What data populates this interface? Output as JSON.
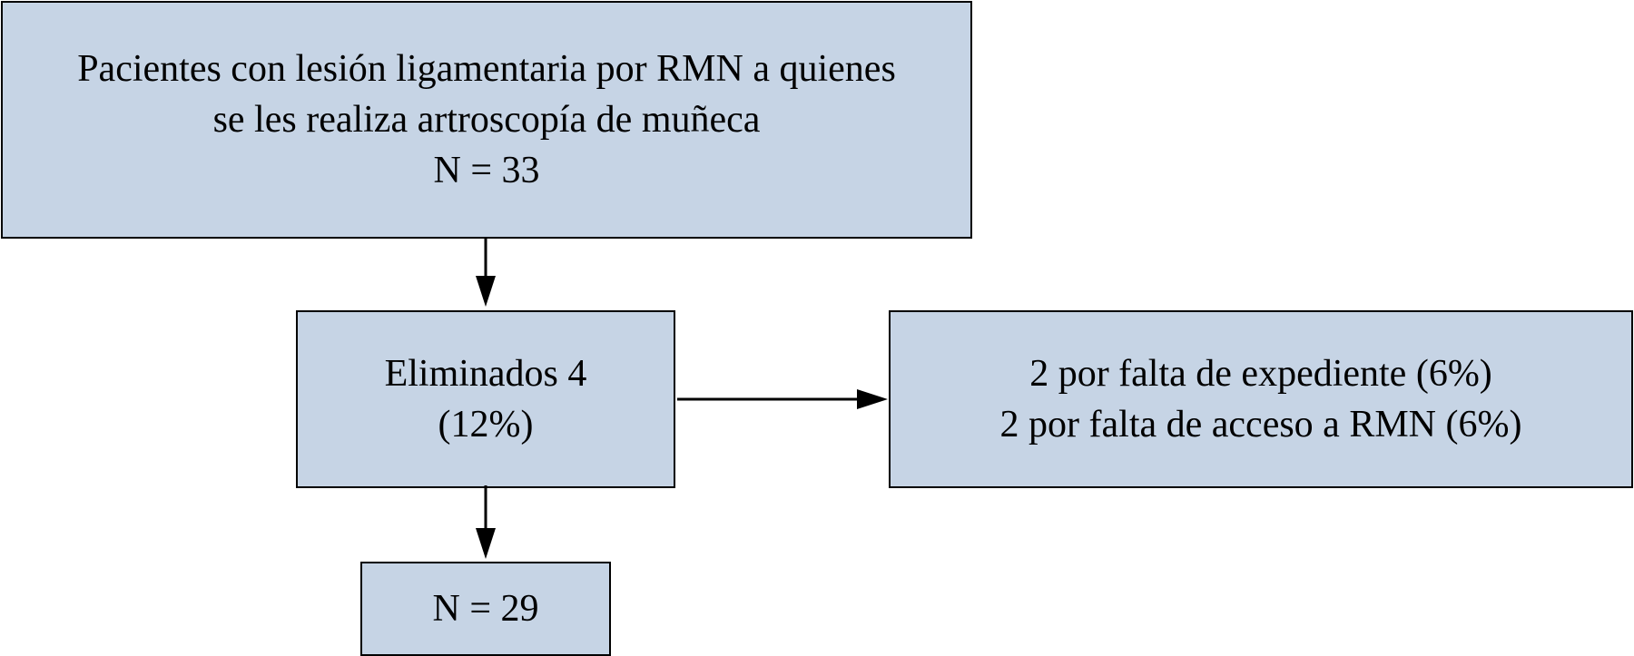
{
  "style": {
    "box_fill": "#c6d4e5",
    "border_color": "#000000",
    "arrow_color": "#000000"
  },
  "boxes": {
    "top": {
      "lines": [
        "Pacientes con lesión ligamentaria por RMN a quienes",
        "se les realiza artroscopía de muñeca",
        "N = 33"
      ]
    },
    "eliminated": {
      "lines": [
        "Eliminados 4",
        "(12%)"
      ]
    },
    "reasons": {
      "lines": [
        "2 por falta de expediente (6%)",
        "2 por falta de acceso a RMN (6%)"
      ]
    },
    "final": {
      "lines": [
        "N = 29"
      ]
    }
  }
}
